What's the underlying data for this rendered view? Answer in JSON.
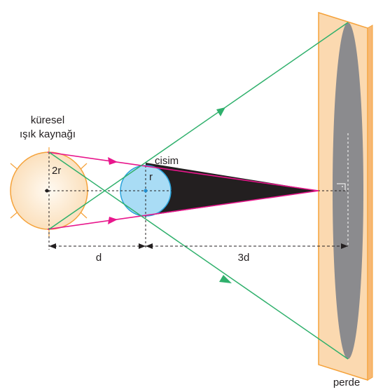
{
  "labels": {
    "source_line1": "küresel",
    "source_line2": "ışık kaynağı",
    "object": "cisim",
    "source_radius": "2r",
    "object_radius": "r",
    "distance_source_object": "d",
    "distance_object_screen": "3d",
    "screen": "perde"
  },
  "colors": {
    "source_fill": "#fbe4c4",
    "source_stroke": "#f5a23a",
    "object_fill": "#a9dcf5",
    "object_stroke": "#2aa3dc",
    "umbra": "#231f20",
    "penumbra_on_screen": "#8b8b8e",
    "screen_fill": "#fbd9b0",
    "screen_stroke": "#f5a23a",
    "umbra_rays": "#e8168c",
    "penumbra_rays": "#2fb06c"
  }
}
